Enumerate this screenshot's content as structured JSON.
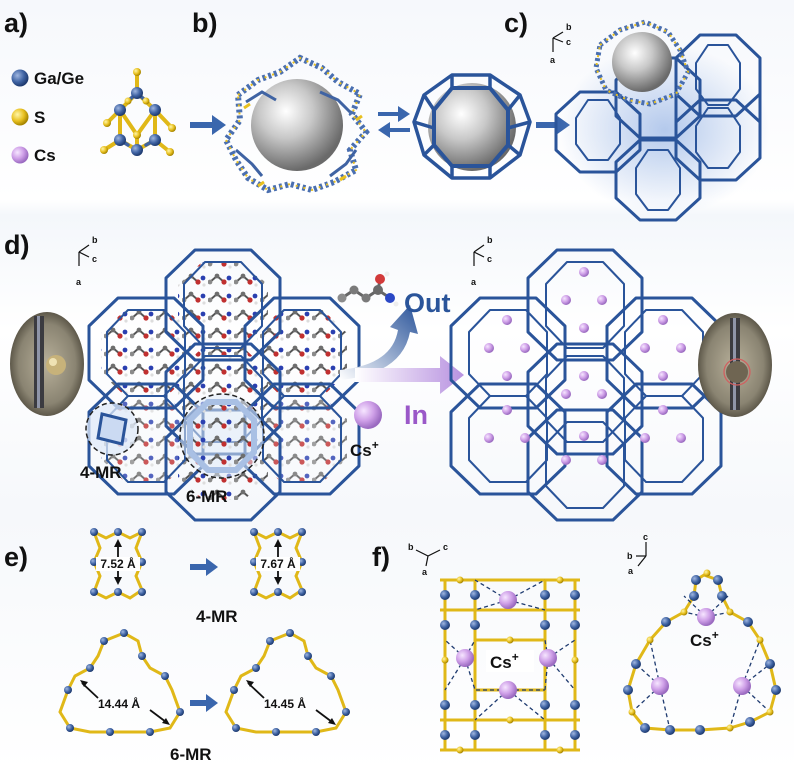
{
  "panels": {
    "a": "a)",
    "b": "b)",
    "c": "c)",
    "d": "d)",
    "e": "e)",
    "f": "f)"
  },
  "legend": {
    "ga_ge": "Ga/Ge",
    "s": "S",
    "cs": "Cs"
  },
  "axes": {
    "a": "a",
    "b": "b",
    "c": "c"
  },
  "panel_d": {
    "out": "Out",
    "in": "In",
    "cation": "Cs",
    "charge": "+",
    "four_mr": "4-MR",
    "six_mr": "6-MR"
  },
  "panel_e": {
    "d1": "7.52 Å",
    "d2": "7.67 Å",
    "d3": "14.44 Å",
    "d4": "14.45 Å",
    "four_mr": "4-MR",
    "six_mr": "6-MR"
  },
  "panel_f": {
    "cation": "Cs",
    "charge": "+"
  },
  "colors": {
    "framework": "#2a549a",
    "ga_ge": "#4a6fb0",
    "sulfur": "#e8c020",
    "cs": "#cfa0e8",
    "out_text": "#2a549a",
    "in_text": "#9a58c8"
  }
}
